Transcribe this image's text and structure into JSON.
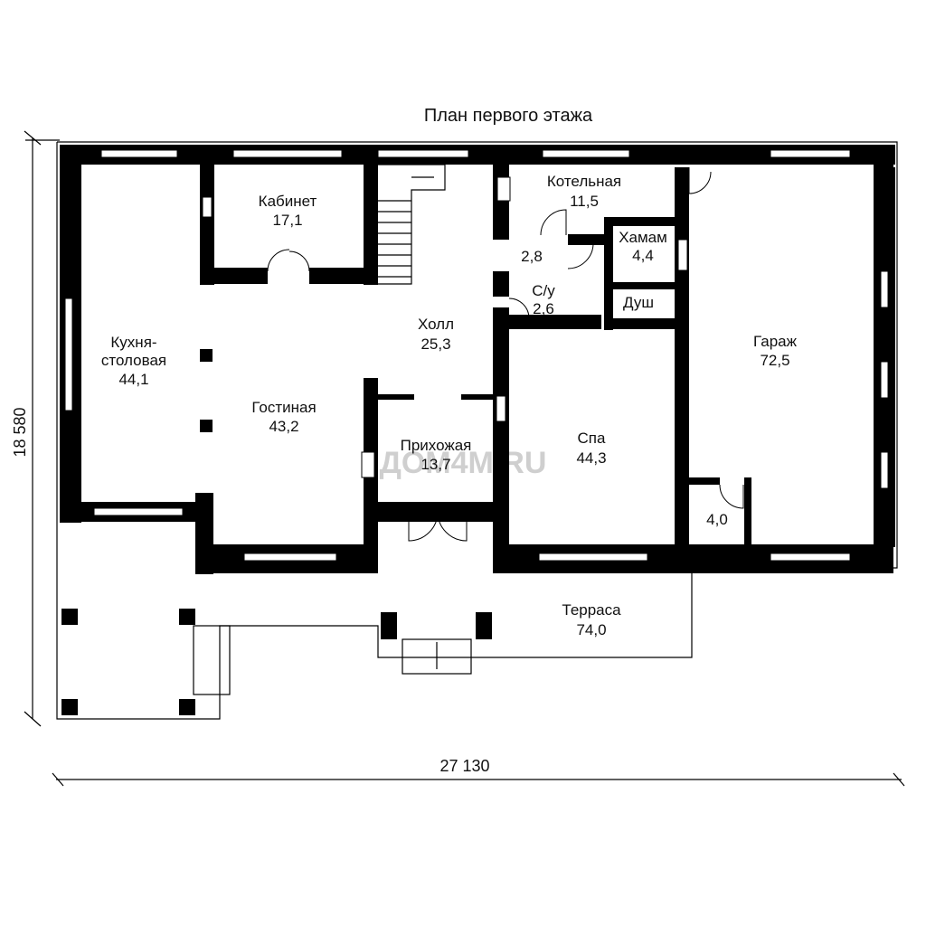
{
  "plan": {
    "title": "План первого этажа",
    "watermark": "ДОМ4М.RU",
    "dimensions": {
      "width": "27 130",
      "height": "18 580"
    },
    "rooms": {
      "kitchen": {
        "name": "Кухня-",
        "name2": "столовая",
        "area": "44,1"
      },
      "office": {
        "name": "Кабинет",
        "area": "17,1"
      },
      "hall": {
        "name": "Холл",
        "area": "25,3"
      },
      "living": {
        "name": "Гостиная",
        "area": "43,2"
      },
      "entry": {
        "name": "Прихожая",
        "area": "13,7"
      },
      "boiler": {
        "name": "Котельная",
        "area": "11,5"
      },
      "vestibule": {
        "area": "2,8"
      },
      "wc": {
        "name": "С/у",
        "area": "2,6"
      },
      "hammam": {
        "name": "Хамам",
        "area": "4,4"
      },
      "shower": {
        "name": "Душ"
      },
      "spa": {
        "name": "Спа",
        "area": "44,3"
      },
      "garage": {
        "name": "Гараж",
        "area": "72,5"
      },
      "storage": {
        "area": "4,0"
      },
      "terrace": {
        "name": "Терраса",
        "area": "74,0"
      }
    }
  }
}
